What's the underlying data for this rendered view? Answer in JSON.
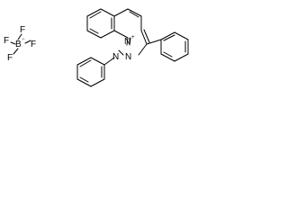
{
  "diagram": {
    "type": "chemical-structure",
    "anion": {
      "central_atom": "B",
      "central_charge": "−",
      "ligand_atom": "F",
      "ligand_count": 4
    },
    "cation": {
      "ring_atoms": {
        "pyridinium_nitrogen": "N",
        "pyridinium_charge": "+",
        "triazole_n1": "N",
        "triazole_n2": "N"
      },
      "substituents": [
        "phenyl",
        "phenyl"
      ]
    }
  }
}
